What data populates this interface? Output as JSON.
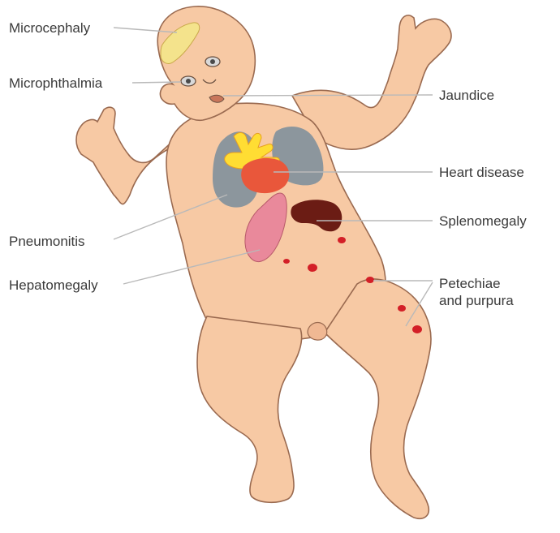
{
  "labels": {
    "microcephaly": "Microcephaly",
    "microphthalmia": "Microphthalmia",
    "pneumonitis": "Pneumonitis",
    "hepatomegaly": "Hepatomegaly",
    "jaundice": "Jaundice",
    "heart_disease": "Heart disease",
    "splenomegaly": "Splenomegaly",
    "petechiae_line1": "Petechiae",
    "petechiae_line2": "and purpura"
  },
  "colors": {
    "skin": "#f7c9a4",
    "skin_outline": "#9a6a50",
    "lung": "#8c969d",
    "heart": "#e9573b",
    "vessels": "#ffdd33",
    "liver": "#e9899b",
    "spleen": "#6b1c14",
    "petechiae": "#d31f27",
    "brain": "#f4e38c",
    "leader": "#b9b9b9",
    "text": "#3a3a3a"
  }
}
